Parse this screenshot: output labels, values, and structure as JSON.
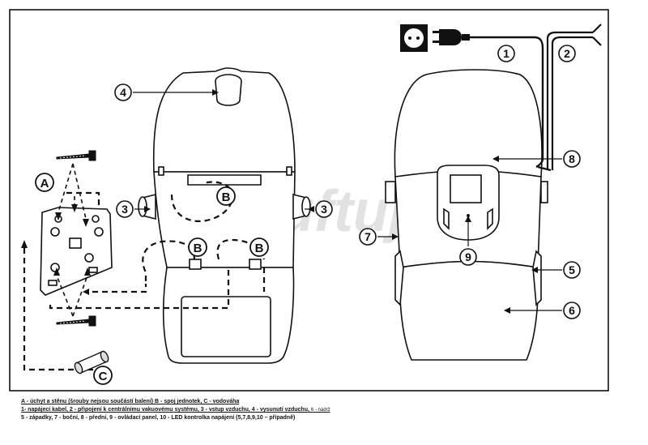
{
  "watermark": "Luftuj",
  "labels": {
    "n1": "1",
    "n2": "2",
    "n3a": "3",
    "n3b": "3",
    "n4": "4",
    "n5": "5",
    "n6": "6",
    "n7": "7",
    "n8": "8",
    "n9": "9",
    "A": "A",
    "B1": "B",
    "B2": "B",
    "B3": "B",
    "C": "C"
  },
  "caption": {
    "line1": "A - úchyt a stěnu (šrouby nejsou součástí balení) B - spoj jednotek, C - vodováha",
    "line2": "1- napájecí kabel, 2 - připojení k centrálnímu vakuovému systému, 3 - vstup vzduchu, 4 - vysunutí vzduchu,",
    "line2_small": "6 - nádrž",
    "line3": "5 - západky, 7 - boční, 8 - přední, 9 - ovládací panel, 10 - LED kontrolka napájení (5,7,8,9,10 – případně)"
  }
}
